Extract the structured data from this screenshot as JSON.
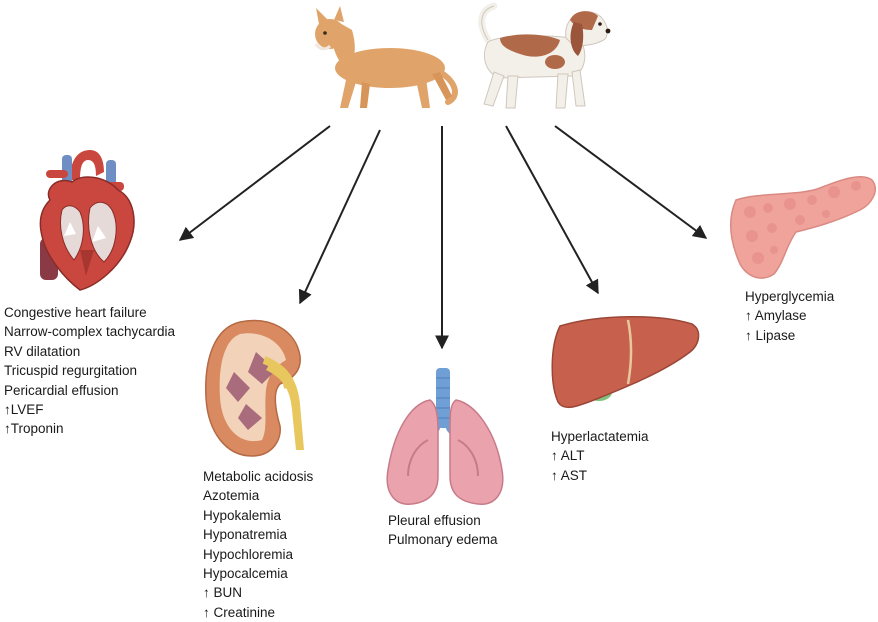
{
  "organs": {
    "heart": {
      "icon": "heart-icon",
      "labels": [
        "Congestive heart failure",
        "Narrow-complex tachycardia",
        "RV dilatation",
        "Tricuspid regurgitation",
        "Pericardial effusion",
        "↑LVEF",
        "↑Troponin"
      ]
    },
    "kidney": {
      "icon": "kidney-icon",
      "labels": [
        "Metabolic acidosis",
        "Azotemia",
        "Hypokalemia",
        "Hyponatremia",
        "Hypochloremia",
        "Hypocalcemia",
        "↑ BUN",
        "↑ Creatinine"
      ]
    },
    "lungs": {
      "icon": "lungs-icon",
      "labels": [
        "Pleural effusion",
        "Pulmonary edema"
      ]
    },
    "liver": {
      "icon": "liver-icon",
      "labels": [
        "Hyperlactatemia",
        "↑ ALT",
        "↑ AST"
      ]
    },
    "pancreas": {
      "icon": "pancreas-icon",
      "labels": [
        "Hyperglycemia",
        "↑ Amylase",
        "↑ Lipase"
      ]
    }
  },
  "animals": [
    "cat-icon",
    "dog-icon"
  ],
  "colors": {
    "cat": "#e0a46a",
    "dog_patch": "#b06a4a",
    "heart": "#c9473f",
    "kidney": "#d98a60",
    "lungs": "#eaa3ad",
    "trachea": "#6f9fd4",
    "liver": "#c7614d",
    "gallbladder": "#7fc27a",
    "pancreas": "#f0a39b",
    "arrow": "#222222"
  }
}
